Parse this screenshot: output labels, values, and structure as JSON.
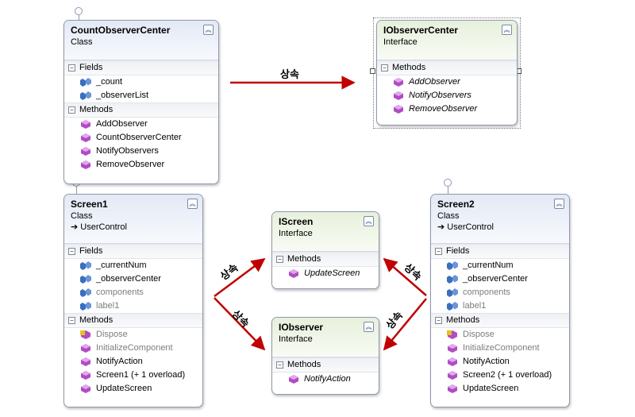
{
  "inherit_label": "상속",
  "colors": {
    "arrow": "#c00000",
    "field_icon": "#3a6fbf",
    "method_icon": "#b04cc4",
    "border": "#8e9aad"
  },
  "boxes": {
    "count_observer_center": {
      "name": "CountObserverCenter",
      "kind": "Class",
      "fields_label": "Fields",
      "fields": [
        "_count",
        "_observerList"
      ],
      "methods_label": "Methods",
      "methods": [
        "AddObserver",
        "CountObserverCenter",
        "NotifyObservers",
        "RemoveObserver"
      ]
    },
    "iobserver_center": {
      "name": "IObserverCenter",
      "kind": "Interface",
      "methods_label": "Methods",
      "methods": [
        "AddObserver",
        "NotifyObservers",
        "RemoveObserver"
      ]
    },
    "screen1": {
      "name": "Screen1",
      "kind": "Class",
      "base": "➔ UserControl",
      "fields_label": "Fields",
      "fields": [
        "_currentNum",
        "_observerCenter",
        "components",
        "label1"
      ],
      "methods_label": "Methods",
      "methods": [
        "Dispose",
        "InitializeComponent",
        "NotifyAction",
        "Screen1 (+ 1 overload)",
        "UpdateScreen"
      ]
    },
    "iscreen": {
      "name": "IScreen",
      "kind": "Interface",
      "methods_label": "Methods",
      "methods": [
        "UpdateScreen"
      ]
    },
    "iobserver": {
      "name": "IObserver",
      "kind": "Interface",
      "methods_label": "Methods",
      "methods": [
        "NotifyAction"
      ]
    },
    "screen2": {
      "name": "Screen2",
      "kind": "Class",
      "base": "➔ UserControl",
      "fields_label": "Fields",
      "fields": [
        "_currentNum",
        "_observerCenter",
        "components",
        "label1"
      ],
      "methods_label": "Methods",
      "methods": [
        "Dispose",
        "InitializeComponent",
        "NotifyAction",
        "Screen2 (+ 1 overload)",
        "UpdateScreen"
      ]
    }
  }
}
